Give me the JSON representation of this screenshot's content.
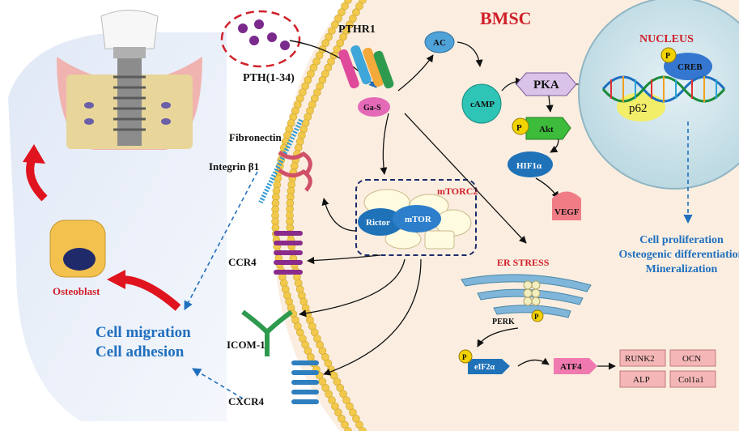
{
  "labels": {
    "pth": "PTH(1-34)",
    "pthr1": "PTHR1",
    "bmsc": "BMSC",
    "nucleus": "NUCLEUS",
    "creb": "CREB",
    "p62": "p62",
    "ac": "AC",
    "camp": "cAMP",
    "pka": "PKA",
    "akt": "Akt",
    "hif1a": "HIF1α",
    "vegf": "VEGF",
    "gas": "Ga-S",
    "fibronectin": "Fibronectin",
    "integrin": "Integrin β1",
    "mtorc2": "mTORC2",
    "rictor": "Rictor",
    "mtor": "mTOR",
    "ccr4": "CCR4",
    "icom1": "ICOM-1",
    "cxcr4": "CXCR4",
    "osteoblast": "Osteoblast",
    "er_stress": "ER STRESS",
    "perk": "PERK",
    "eif2a": "eIF2α",
    "atf4": "ATF4",
    "p": "P"
  },
  "outcomes_nucleus": [
    "Cell proliferation",
    "Osteogenic differentiation",
    "Mineralization"
  ],
  "outcomes_migration": [
    "Cell migration",
    "Cell adhesion"
  ],
  "genes": [
    "RUNK2",
    "OCN",
    "ALP",
    "Col1a1"
  ],
  "colors": {
    "title_red": "#d0202a",
    "blue_text": "#1f6fbf",
    "membrane_yellow": "#f2c94c",
    "cell_bg": "#fbeee0",
    "nucleus_bg": "#c8e0e8",
    "arrow_red": "#e0141e",
    "gene_box": "#f4b6b6"
  }
}
